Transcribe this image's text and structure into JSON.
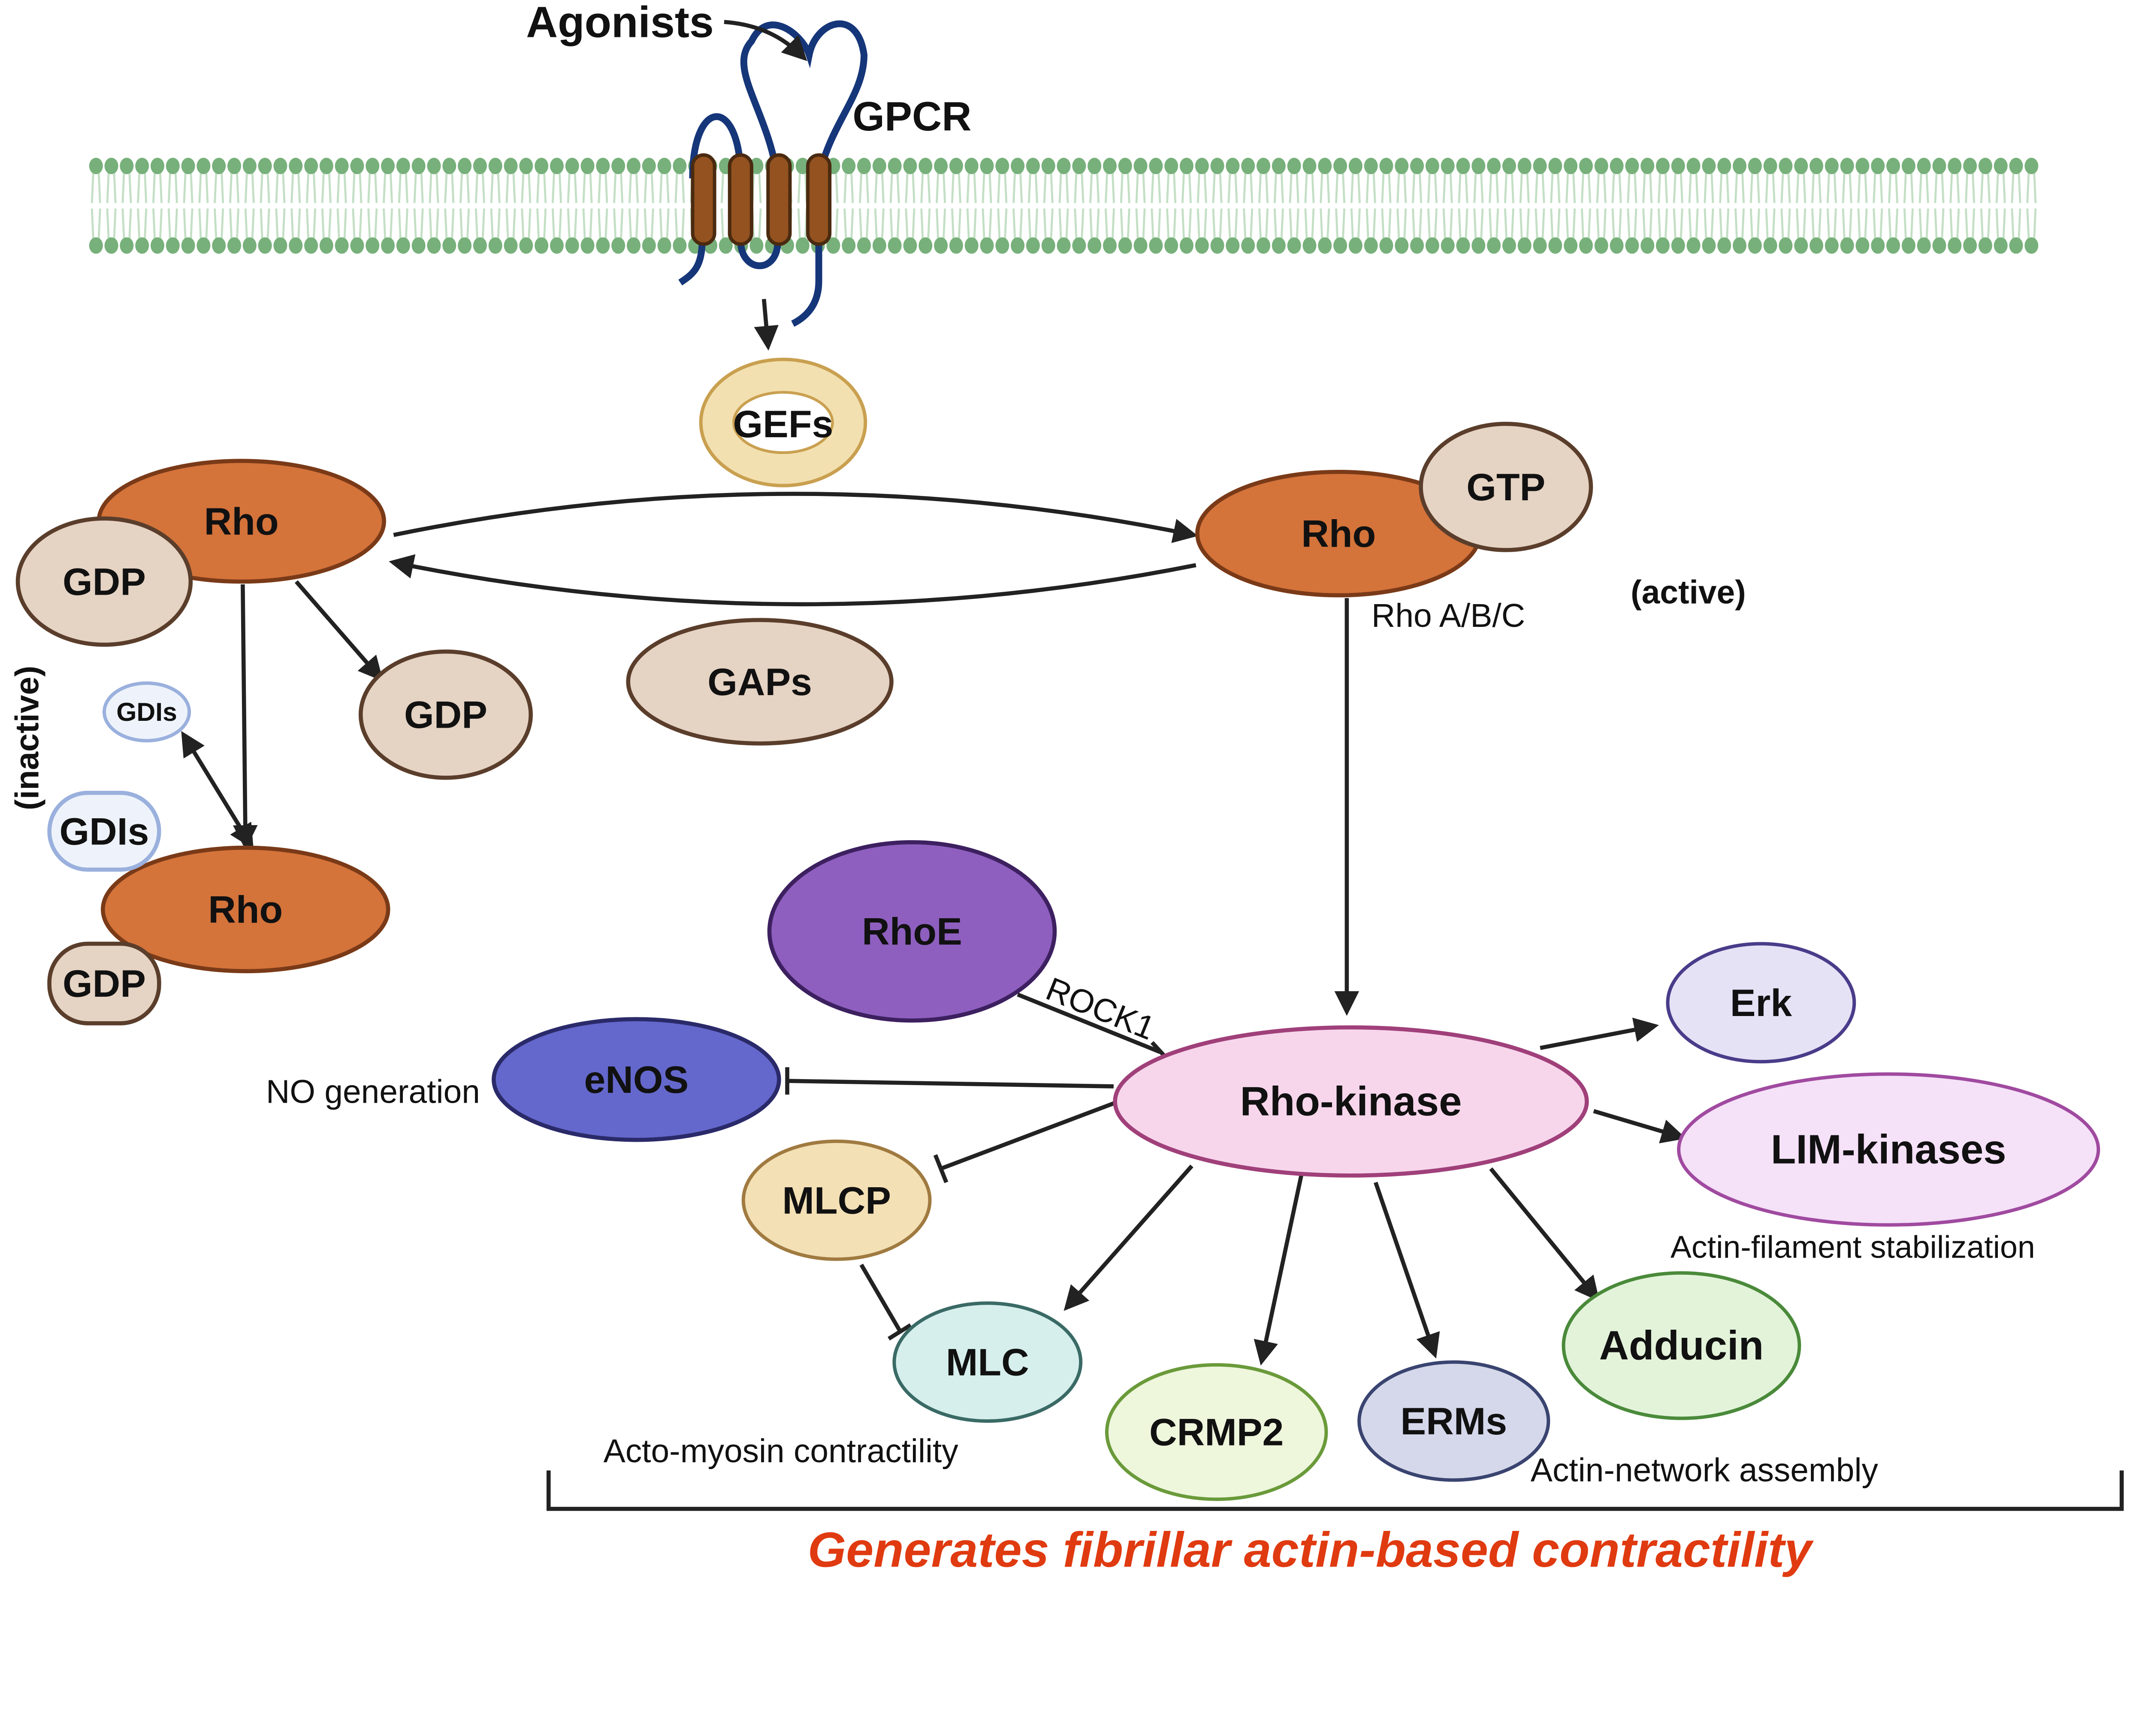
{
  "title": "",
  "labels": {
    "agonists": "Agonists",
    "gpcr": "GPCR",
    "gefs": "GEFs",
    "rho": "Rho",
    "gdp": "GDP",
    "gtp": "GTP",
    "gaps": "GAPs",
    "gdis": "GDIs",
    "inactive": "(inactive)",
    "active": "(active)",
    "rho_abc": "Rho A/B/C",
    "rhoe": "RhoE",
    "rock1": "ROCK1",
    "enos": "eNOS",
    "no_generation": "NO generation",
    "rho_kinase": "Rho-kinase",
    "erk": "Erk",
    "lim_kinases": "LIM-kinases",
    "actin_filament": "Actin-filament stabilization",
    "mlcp": "MLCP",
    "mlc": "MLC",
    "crmp2": "CRMP2",
    "erms": "ERMs",
    "adducin": "Adducin",
    "acto_myosin": "Acto-myosin contractility",
    "actin_network": "Actin-network assembly",
    "conclusion": "Generates fibrillar actin-based contractility"
  },
  "colors": {
    "membrane": "#77b07a",
    "rho": "#d4733a",
    "nucleotide": "#e5d3c3",
    "gefs": "#f3e0b0",
    "gdis": "#eef3fb",
    "rhoe": "#8e5fbf",
    "enos": "#6468cc",
    "rho_kinase": "#f7d6ec",
    "erk": "#e6e2f6",
    "lim_kinases": "#f5e1f8",
    "mlcp": "#f3e0b5",
    "mlc": "#d6efec",
    "crmp2": "#eef6dc",
    "erms": "#d5d8ea",
    "adducin": "#e3f3da",
    "conclusion": "#e03a10",
    "gpcr_loop": "#16367a",
    "gpcr_helix": "#93521f"
  }
}
